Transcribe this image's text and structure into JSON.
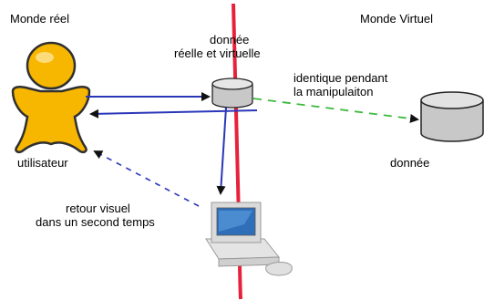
{
  "labels": {
    "real_world": "Monde réel",
    "virtual_world": "Monde Virtuel",
    "shared_data_line1": "donnée",
    "shared_data_line2": "réelle et virtuelle",
    "identical_line1": "identique pendant",
    "identical_line2": "la manipulaiton",
    "virtual_data": "donnée",
    "user": "utilisateur",
    "feedback_line1": "retour visuel",
    "feedback_line2": "dans un second temps"
  },
  "colors": {
    "divider": "#e8213b",
    "arrow": "#2a36b8",
    "sync_line": "#3cb93c",
    "user_fill": "#f7b600",
    "user_stroke": "#303030",
    "cylinder_fill": "#cfcfcf",
    "cylinder_stroke": "#222222"
  },
  "icons": [
    "user-icon",
    "shared-data-cylinder-icon",
    "virtual-data-cylinder-icon",
    "computer-icon"
  ]
}
